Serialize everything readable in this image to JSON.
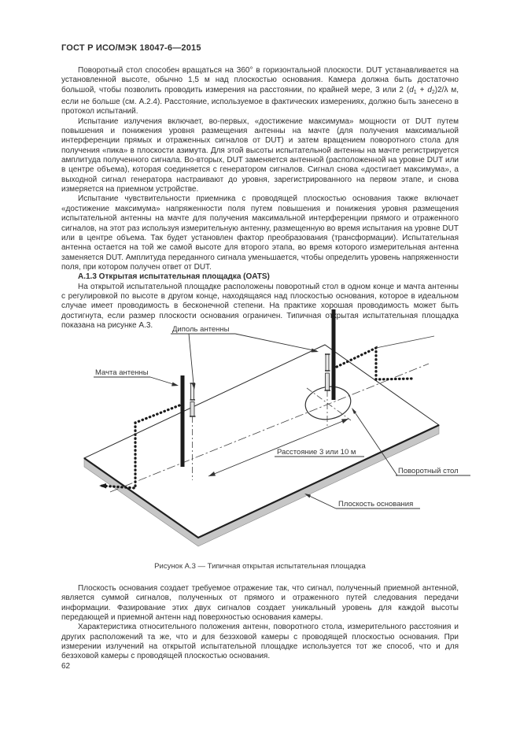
{
  "header": {
    "title": "ГОСТ Р ИСО/МЭК 18047-6—2015"
  },
  "paragraphs": {
    "p1": {
      "before": "Поворотный стол способен вращаться на 360° в горизонтальной плоскости. DUT устанавливается на установленной высоте, обычно 1,5 м над плоскостью основания. Камера должна быть достаточно большой, чтобы позволить проводить измерения на расстоянии, по крайней мере, 3 или 2 (",
      "d1": "d",
      "sub1": "1",
      "plus": " + ",
      "d2": "d",
      "sub2": "2",
      "after": ")2/λ м, если не больше (см. А.2.4). Расстояние, используемое в фактических измерениях, должно быть занесено в протокол испытаний."
    },
    "p2": "Испытание излучения включает, во-первых, «достижение максимума» мощности от DUT путем повышения и понижения уровня размещения антенны на мачте (для получения максимальной интерференции прямых и отраженных сигналов от DUT) и затем вращением поворотного стола для получения «пика» в плоскости азимута. Для этой высоты испытательной антенны на мачте регистрируется амплитуда полученного сигнала. Во-вторых, DUT заменяется антенной (расположенной на уровне DUT или в центре объема), которая соединяется с генератором сигналов. Сигнал снова «достигает максимума», а выходной сигнал генератора настраивают до уровня, зарегистрированного на первом этапе, и снова измеряется на приемном устройстве.",
    "p3": "Испытание чувствительности приемника с проводящей плоскостью основания также включает «достижение максимума» напряженности поля путем повышения и понижения уровня размещения испытательной антенны на мачте для получения максимальной интерференции прямого и отраженного сигналов, на этот раз используя измерительную антенну, размещенную во время испытания на уровне DUT или в центре объема. Так будет установлен фактор преобразования (трансформации). Испытательная антенна остается на той же самой высоте для второго этапа, во время которого измерительная антенна заменяется DUT. Амплитуда переданного сигнала уменьшается, чтобы определить уровень напряженности поля, при котором получен ответ от DUT.",
    "heading_a13": "А.1.3 Открытая испытательная площадка (OATS)",
    "p4": "На открытой испытательной площадке расположены поворотный стол в одном конце и мачта антенны с регулировкой по высоте в другом конце, находящаяся над плоскостью основания, которое в идеальном случае имеет проводимость в бесконечной степени. На практике хорошая проводимость может быть достигнута, если размер плоскости основания ограничен. Типичная открытая испытательная площадка показана на рисунке А.3.",
    "p5": "Плоскость основания создает требуемое отражение так, что сигнал, полученный приемной антенной, является суммой сигналов, полученных от прямого и отраженного путей следования передачи информации. Фазирование этих двух сигналов создает уникальный уровень для каждой высоты передающей и приемной антенн над поверхностью основания камеры.",
    "p6": "Характеристика относительного положения антенн, поворотного стола, измерительного расстояния и других расположений та же, что и для безэховой камеры с проводящей плоскостью основания. При измерении излучений на открытой испытательной площадке используется тот же способ, что и для безэховой камеры с проводящей плоскостью основания."
  },
  "figure": {
    "labels": {
      "dipole": "Диполь антенны",
      "mast": "Мачта антенны",
      "distance": "Расстояние 3 или 10 м",
      "turntable": "Поворотный стол",
      "ground_plane": "Плоскость основания"
    },
    "caption": "Рисунок А.3 — Типичная открытая испытательная площадка",
    "colors": {
      "ground_plane_side": "#c6c6c6",
      "line": "#2b2b2b"
    }
  },
  "footer": {
    "page_number": "62"
  }
}
